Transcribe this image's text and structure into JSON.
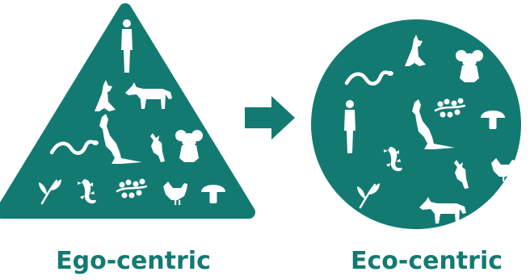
{
  "colors": {
    "teal": "#137a72",
    "silhouette": "#ffffff",
    "arrow": "#137a72",
    "background": "#ffffff"
  },
  "left": {
    "shape": "triangle",
    "caption": "Ego-centric",
    "icons": [
      "human-icon",
      "dingo-icon",
      "thylacine-icon",
      "snake-icon",
      "kangaroo-icon",
      "cockatoo-icon",
      "koala-icon",
      "plant-icon",
      "lizard-icon",
      "wattle-icon",
      "chicken-icon",
      "mushroom-icon"
    ]
  },
  "arrow": {
    "direction": "right",
    "icon": "arrow-right-icon"
  },
  "right": {
    "shape": "circle",
    "caption": "Eco-centric",
    "icons": [
      "dingo-icon",
      "koala-icon",
      "snake-icon",
      "wattle-icon",
      "human-icon",
      "kangaroo-icon",
      "mushroom-icon",
      "lizard-icon",
      "cockatoo-icon",
      "chicken-icon",
      "plant-icon",
      "thylacine-icon"
    ]
  }
}
